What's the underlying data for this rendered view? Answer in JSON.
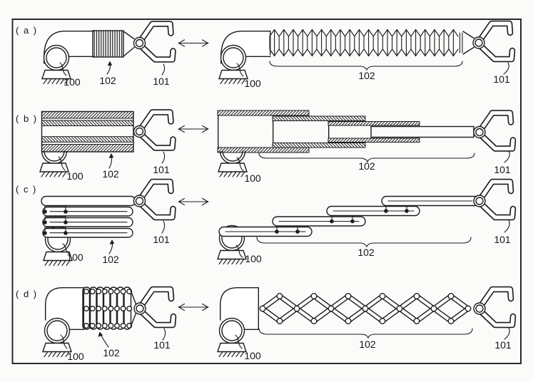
{
  "figure": {
    "rows": [
      {
        "tag": "( a )",
        "left": {
          "base": "100",
          "arm": "102",
          "gripper": "101"
        },
        "right": {
          "base": "100",
          "arm": "102",
          "gripper": "101"
        }
      },
      {
        "tag": "( b )",
        "left": {
          "base": "100",
          "arm": "102",
          "gripper": "101"
        },
        "right": {
          "base": "100",
          "arm": "102",
          "gripper": "101"
        }
      },
      {
        "tag": "( c )",
        "left": {
          "base": "100",
          "arm": "102",
          "gripper": "101"
        },
        "right": {
          "base": "100",
          "arm": "102",
          "gripper": "101"
        }
      },
      {
        "tag": "( d )",
        "left": {
          "base": "100",
          "arm": "102",
          "gripper": "101"
        },
        "right": {
          "base": "100",
          "arm": "102",
          "gripper": "101"
        }
      }
    ],
    "icons": {
      "transform_arrow": "double-headed-arrow"
    },
    "colors": {
      "ink": "#1c1c1c",
      "paper": "#fbfbfa"
    }
  }
}
